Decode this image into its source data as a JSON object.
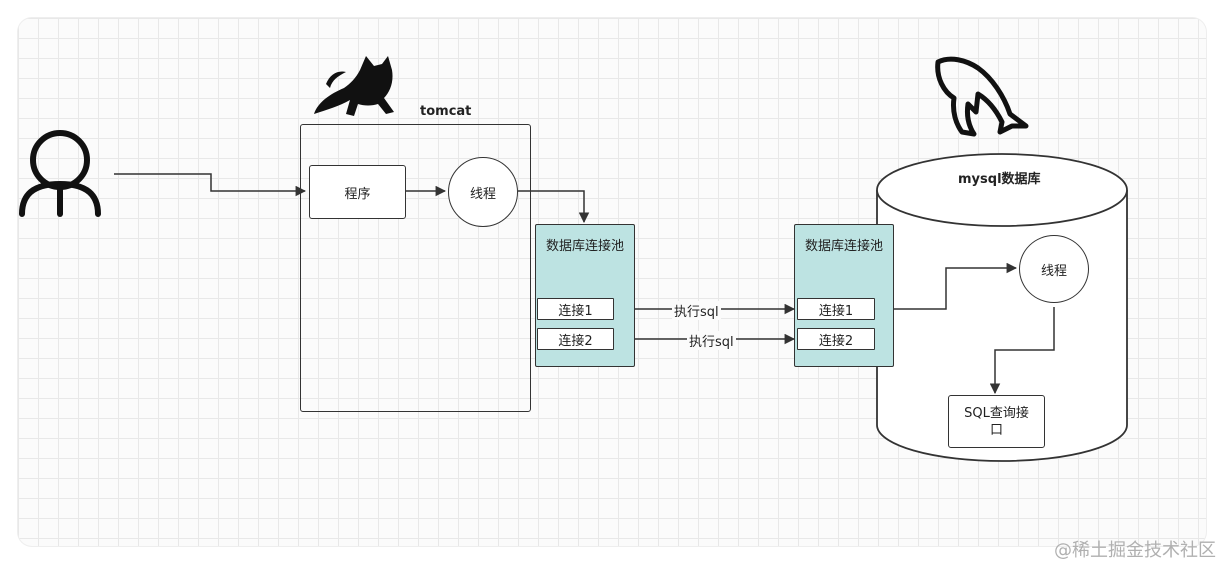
{
  "tomcat": {
    "label": "tomcat",
    "program": "程序",
    "thread": "线程"
  },
  "app_pool": {
    "title": "数据库连接池",
    "conn1": "连接1",
    "conn2": "连接2"
  },
  "edges": {
    "exec1": "执行sql",
    "exec2": "执行sql"
  },
  "mysql": {
    "title": "mysql数据库",
    "pool": {
      "title": "数据库连接池",
      "conn1": "连接1",
      "conn2": "连接2"
    },
    "thread": "线程",
    "sql_interface": "SQL查询接口"
  },
  "watermark": "@稀土掘金技术社区",
  "icons": {
    "user": "user-icon",
    "tomcat": "tomcat-cat-icon",
    "mysql": "mysql-dolphin-icon"
  }
}
